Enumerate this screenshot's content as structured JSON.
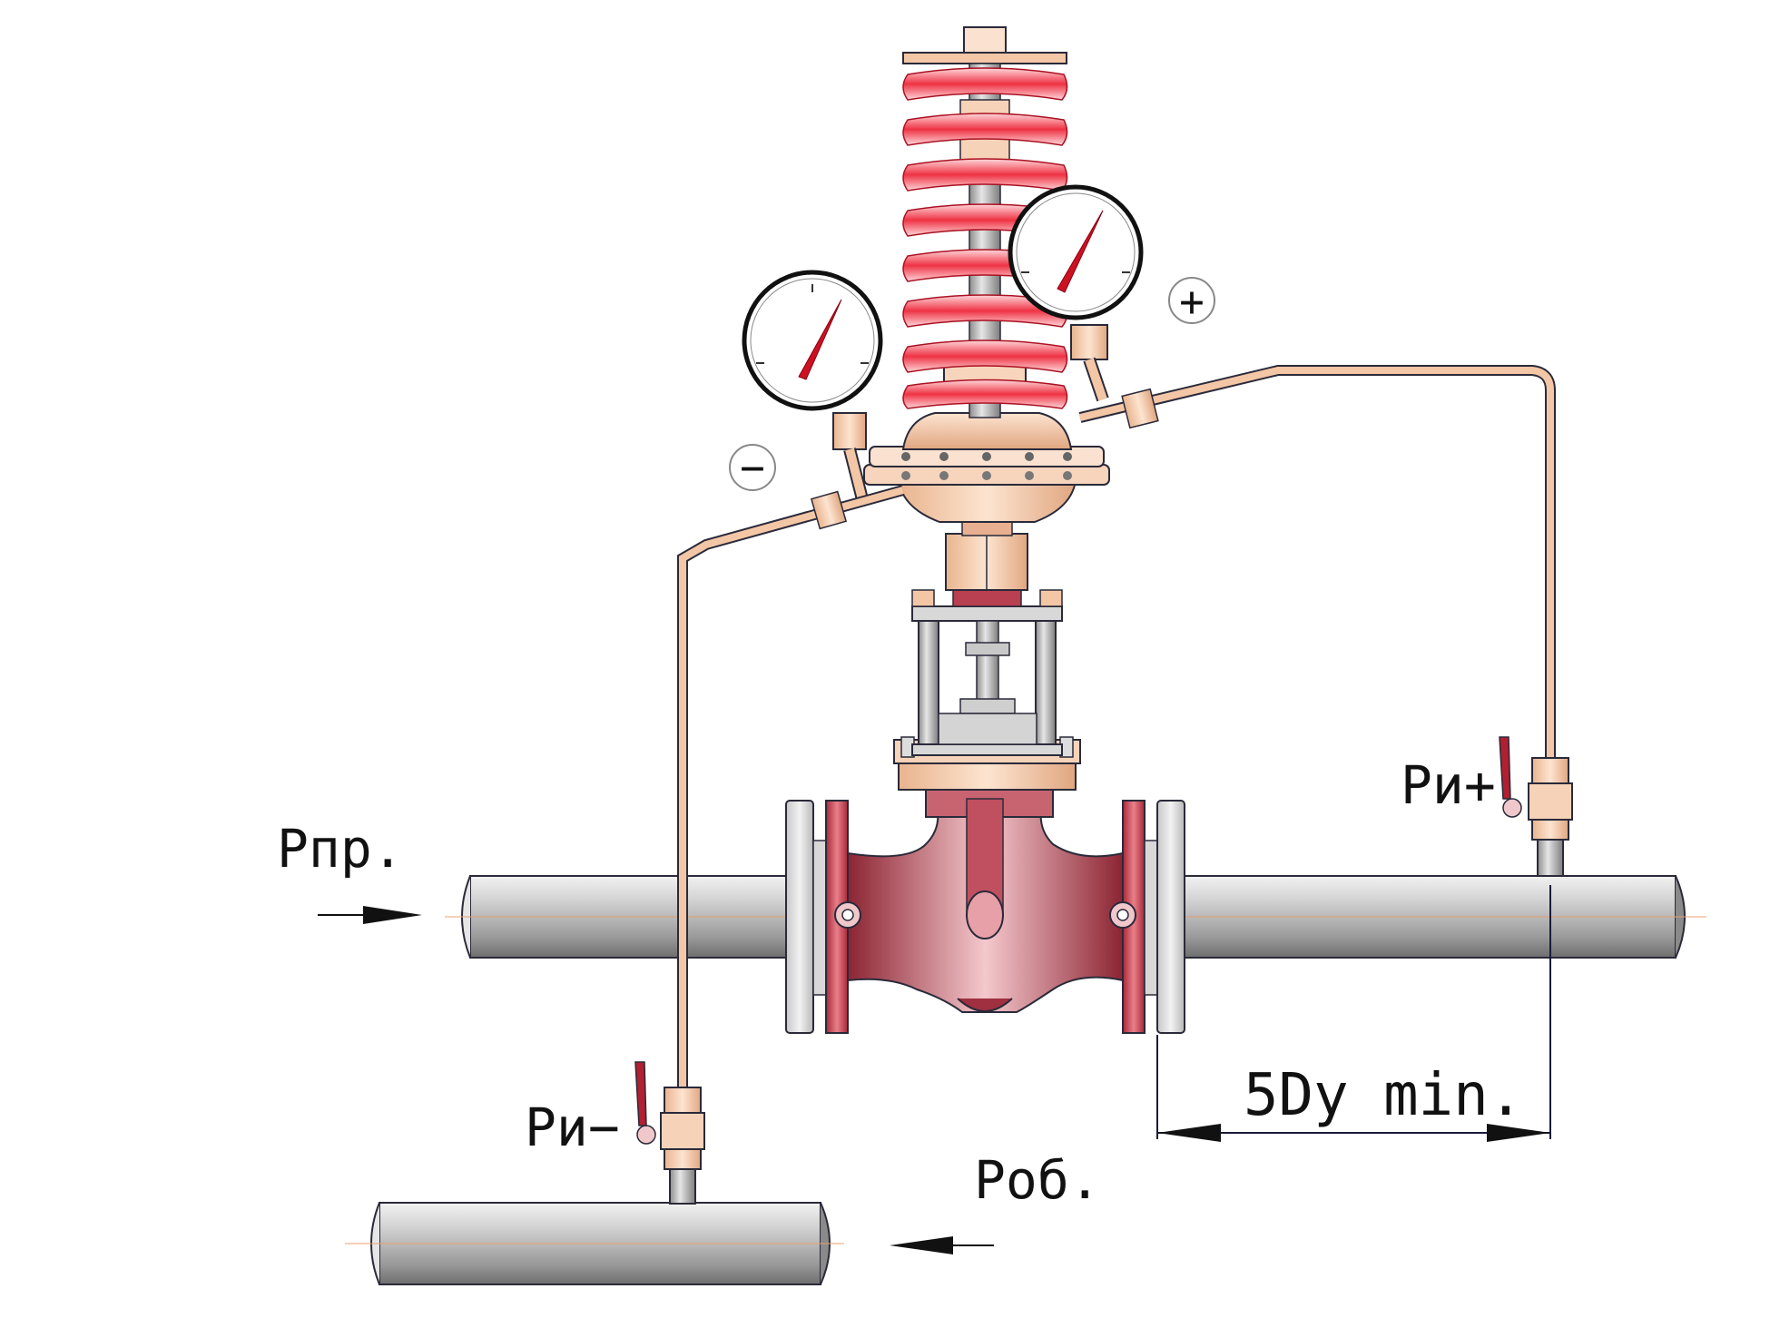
{
  "labels": {
    "supply_pressure": "Рпр.",
    "return_pressure": "Роб.",
    "impulse_plus": "Ри+",
    "impulse_minus": "Ри−",
    "min_distance": "5Dy min."
  },
  "symbols": {
    "plus": "+",
    "minus": "−"
  },
  "colors": {
    "spring": "#ee3344",
    "valve_body": "#b84050",
    "pipe": "#a9a9a9",
    "impulse_tube": "#f3c6a6",
    "gauge_needle": "#cc1122"
  }
}
